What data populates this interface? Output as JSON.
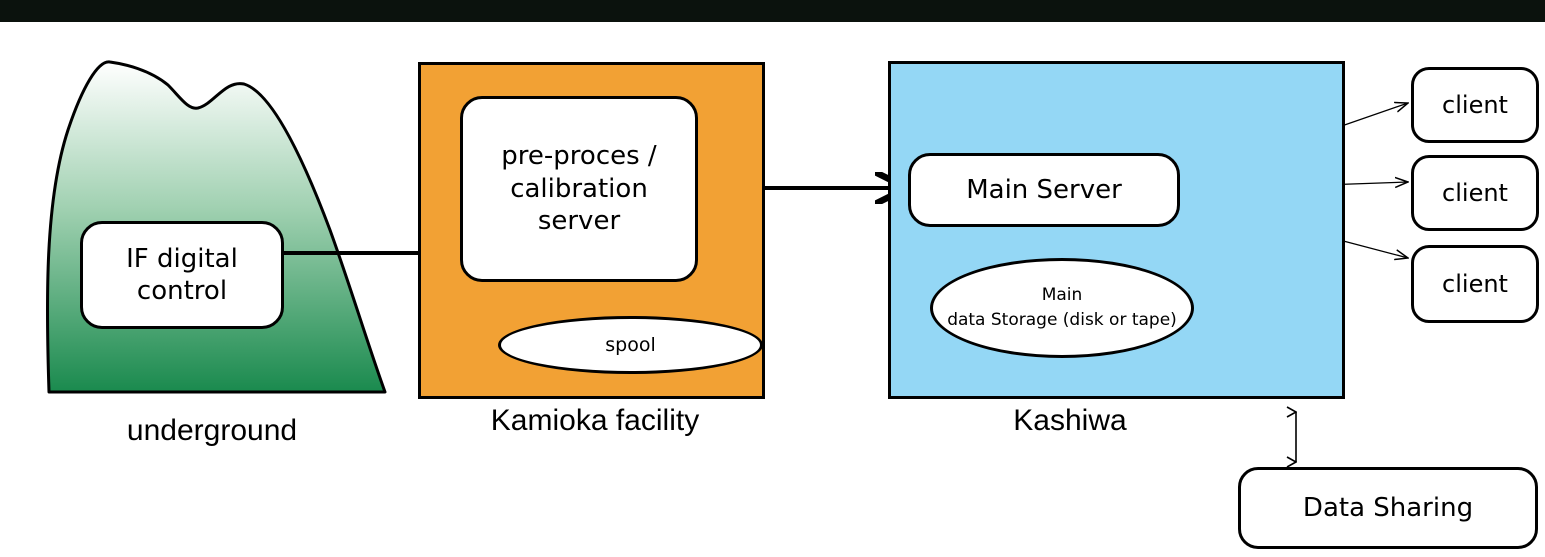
{
  "diagram": {
    "title": "",
    "nodes": {
      "if_control": "IF digital\ncontrol",
      "preprocess": "pre-proces /\ncalibration\nserver",
      "spool": "spool",
      "main_server": "Main Server",
      "storage": "Main\ndata Storage (disk or tape)",
      "client1": "client",
      "client2": "client",
      "client3": "client",
      "data_sharing": "Data Sharing"
    },
    "regions": {
      "underground": "underground",
      "kamioka": "Kamioka facility",
      "kashiwa": "Kashiwa"
    },
    "colors": {
      "background": "#0b120d",
      "diagram_bg": "#ffffff",
      "kamioka_fill": "#f2a134",
      "kashiwa_fill": "#94d7f5",
      "mountain_top": "#ffffff",
      "mountain_bottom": "#1a8a4e",
      "title_color": "#c2271d"
    }
  }
}
